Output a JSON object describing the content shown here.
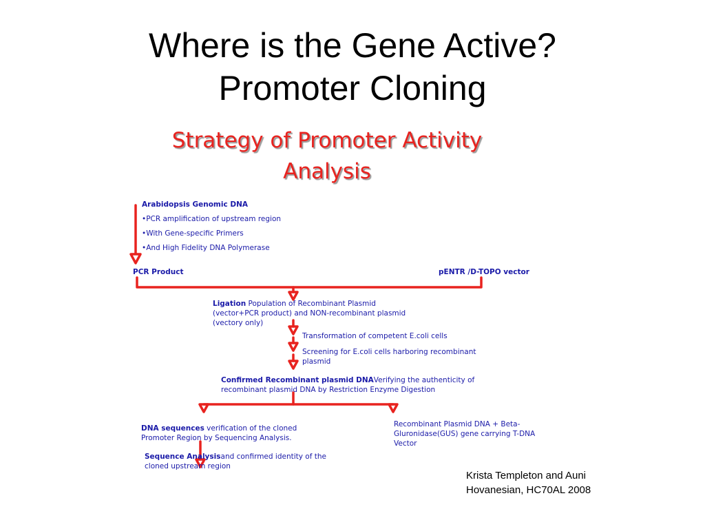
{
  "slide": {
    "title_line1": "Where is the Gene Active?",
    "title_line2": "Promoter Cloning",
    "subtitle_line1": "Strategy of Promoter Activity",
    "subtitle_line2": "Analysis"
  },
  "diagram": {
    "genomic": {
      "title": "Arabidopsis Genomic DNA",
      "bullets": [
        "•PCR amplification of upstream region",
        "•With Gene-specific Primers",
        "•And High Fidelity DNA Polymerase"
      ]
    },
    "pcr_product": "PCR Product",
    "vector": "pENTR /D-TOPO vector",
    "ligation": {
      "label": "Ligation",
      "line1": " Population of Recombinant Plasmid",
      "line2": "(vector+PCR product) and NON-recombinant plasmid",
      "line3": "(vectory only)"
    },
    "transformation": "Transformation of competent E.coli cells",
    "screening": {
      "line1": "Screening for E.coli cells harboring recombinant",
      "line2": "plasmid"
    },
    "confirmed": {
      "label": "Confirmed Recombinant plasmid DNA",
      "line1": "Verifying the authenticity of",
      "line2": "recombinant plasmid DNA by Restriction Enzyme Digestion"
    },
    "dna_sequences": {
      "label": "DNA sequences",
      "line1": " verification of the cloned",
      "line2": "Promoter Region by Sequencing Analysis."
    },
    "sequence_analysis": {
      "label": "Sequence Analysis",
      "line1": "and confirmed identity of the",
      "line2": "cloned upstream region"
    },
    "recombinant_gus": {
      "line1": "Recombinant Plasmid DNA + Beta-",
      "line2": "Gluronidase(GUS) gene carrying T-DNA",
      "line3": "Vector"
    }
  },
  "credit": {
    "line1": "Krista Templeton and Auni",
    "line2": "Hovanesian, HC70AL 2008"
  },
  "colors": {
    "arrow": "#e8231f",
    "text_blue": "#1a1aa8",
    "subtitle": "#e8231f"
  }
}
